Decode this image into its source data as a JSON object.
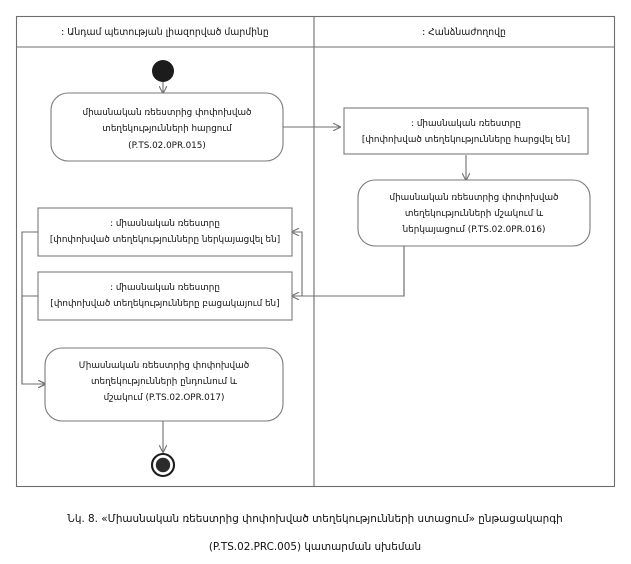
{
  "figure": {
    "caption_line_1": "Նկ. 8. «Միասնական ռեեստրից փոփոխված տեղեկությունների ստացում» ընթացակարգի",
    "caption_line_2": "(P.TS.02.PRC.005) կատարման սխեման"
  },
  "lanes": [
    {
      "id": "lane-member-state-body",
      "title": ": Անդամ պետության լիազորված մարմինը"
    },
    {
      "id": "lane-commission",
      "title": ": Հանձնաժողովը"
    }
  ],
  "nodes": {
    "start": {
      "name": "start-node",
      "icon": "filled-circle-icon"
    },
    "end": {
      "name": "end-node",
      "icon": "bullseye-circle-icon"
    },
    "action_request": {
      "lines": [
        "միասնական ռեեստրից փոփոխված",
        "տեղեկությունների հարցում",
        "(P.TS.02.0PR.015)"
      ]
    },
    "object_requested": {
      "lines": [
        ": միասնական ռեեստրը",
        "[փոփոխված տեղեկությունները հարցվել են]"
      ]
    },
    "action_process_submit": {
      "lines": [
        "միասնական ռեեստրից փոփոխված",
        "տեղեկությունների մշակում և",
        "ներկայացում (P.TS.02.0PR.016)"
      ]
    },
    "object_submitted": {
      "lines": [
        ": միասնական ռեեստրը",
        "[փոփոխված տեղեկությունները ներկայացվել են]"
      ]
    },
    "object_absent": {
      "lines": [
        ": միասնական ռեեստրը",
        "[փոփոխված տեղեկությունները բացակայում են]"
      ]
    },
    "action_receive_process": {
      "lines": [
        "Միասնական ռեեստրից փոփոխված",
        "տեղեկությունների ընդունում և",
        "մշակում (P.TS.02.OPR.017)"
      ]
    }
  },
  "colors": {
    "stroke": "#6e6e6e",
    "box_stroke": "#7a7a7a",
    "text": "#111111",
    "background": "#ffffff",
    "node_fill": "#1c1c1c"
  }
}
